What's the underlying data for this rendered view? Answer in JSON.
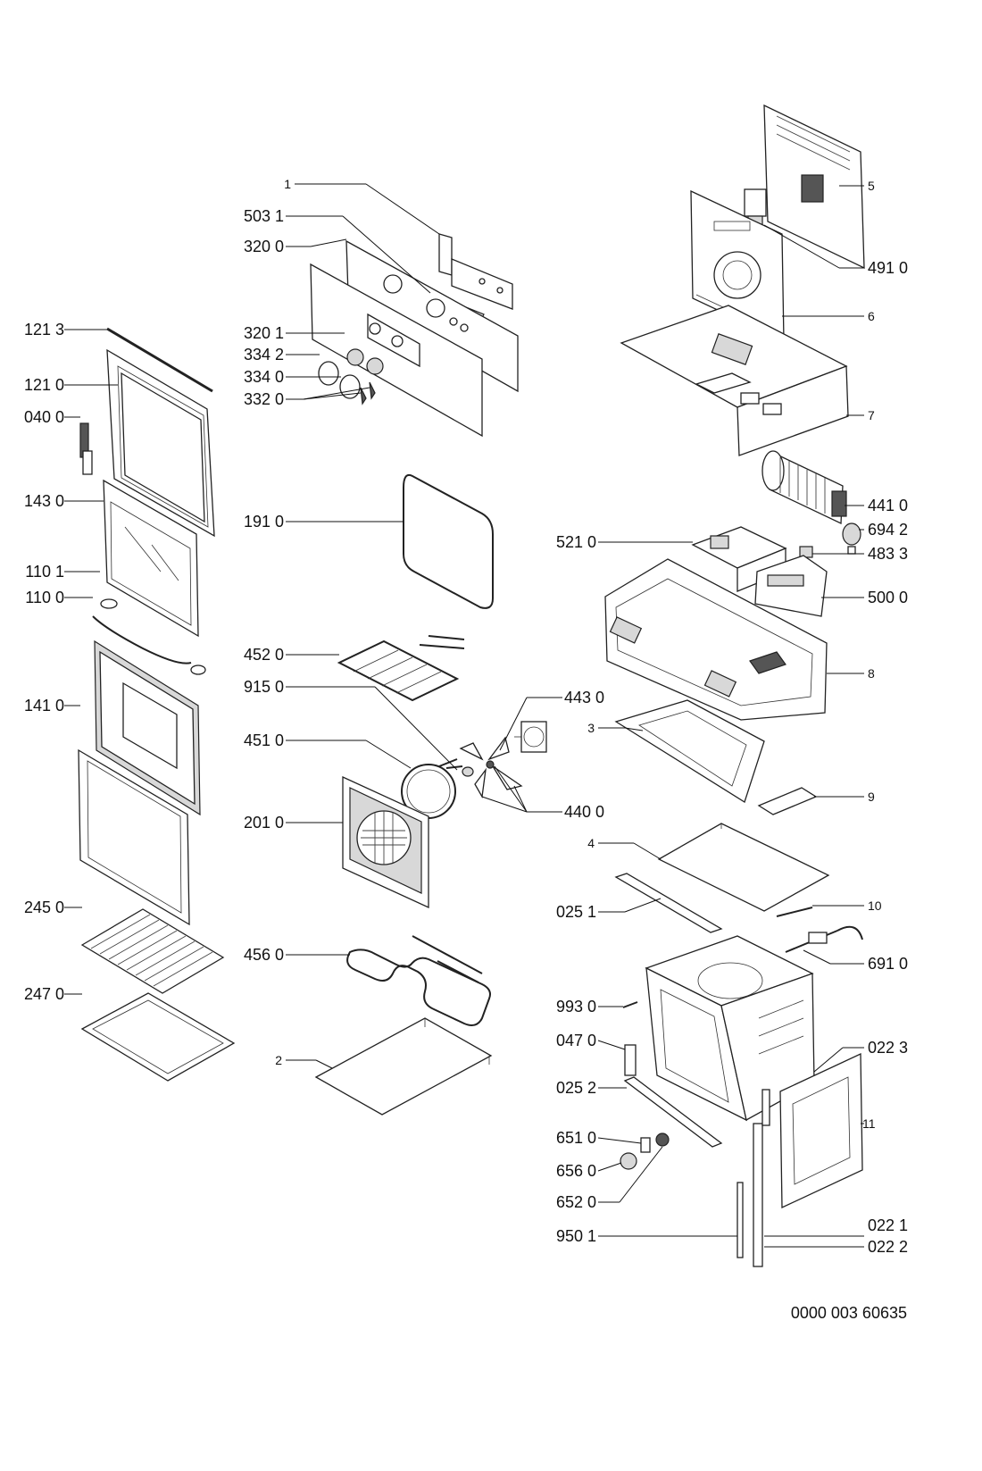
{
  "diagram": {
    "document_id": "0000 003 60635",
    "labels_left": [
      "121 3",
      "121 0",
      "040 0",
      "143 0",
      "110 1",
      "110 0",
      "141 0",
      "245 0",
      "247 0"
    ],
    "labels_center": [
      "1",
      "503 1",
      "320 0",
      "320 1",
      "334 2",
      "334 0",
      "332 0",
      "191 0",
      "452 0",
      "915 0",
      "451 0",
      "201 0",
      "456 0",
      "2",
      "443 0",
      "440 0"
    ],
    "labels_right_side": [
      "521 0",
      "3",
      "4",
      "025 1",
      "993 0",
      "047 0",
      "025 2",
      "651 0",
      "656 0",
      "652 0",
      "950 1"
    ],
    "labels_far_right": [
      "5",
      "491 0",
      "6",
      "7",
      "441 0",
      "694 2",
      "483 3",
      "500 0",
      "8",
      "9",
      "10",
      "691 0",
      "022 3",
      "11",
      "022 1",
      "022 2"
    ]
  }
}
